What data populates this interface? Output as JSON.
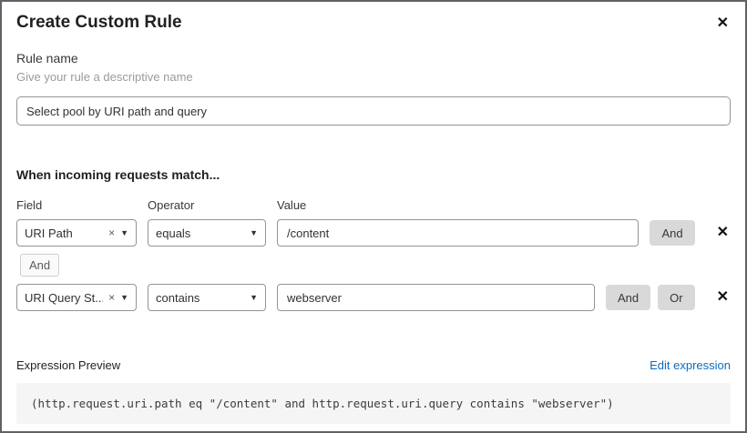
{
  "dialog": {
    "title": "Create Custom Rule"
  },
  "icons": {
    "close": "✕",
    "clear": "×",
    "caret": "▼",
    "remove": "✕"
  },
  "rule_name": {
    "label": "Rule name",
    "hint": "Give your rule a descriptive name",
    "value": "Select pool by URI path and query"
  },
  "match": {
    "heading": "When incoming requests match...",
    "columns": {
      "field": "Field",
      "operator": "Operator",
      "value": "Value"
    },
    "rows": [
      {
        "field": "URI Path",
        "operator": "equals",
        "value": "/content"
      },
      {
        "field": "URI Query St...",
        "operator": "contains",
        "value": "webserver"
      }
    ],
    "connector": "And",
    "and_label": "And",
    "or_label": "Or"
  },
  "expression": {
    "label": "Expression Preview",
    "edit_link": "Edit expression",
    "code": "(http.request.uri.path eq \"/content\" and http.request.uri.query contains \"webserver\")"
  },
  "colors": {
    "link": "#0b6cc1",
    "chip_background": "#d9d9d9",
    "code_background": "#f5f5f5",
    "border": "#949494"
  }
}
